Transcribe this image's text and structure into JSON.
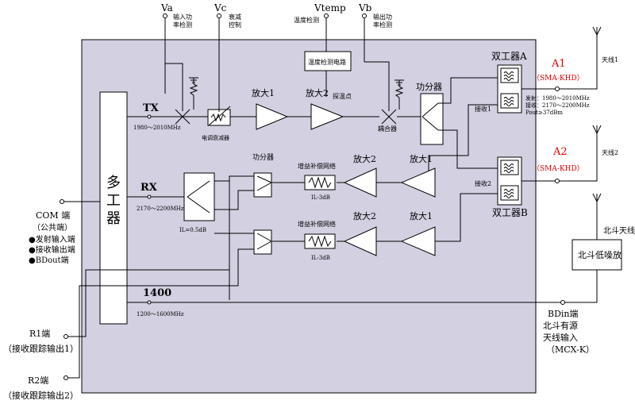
{
  "diagram": {
    "top": {
      "va": "Va",
      "va_desc": "输入功\n率检测",
      "vc": "Vc",
      "vc_desc": "衰减\n控制",
      "vtemp": "Vtemp",
      "vtemp_desc": "温度检测",
      "vb": "Vb",
      "vb_desc": "输出功\n率检测"
    },
    "temp_circuit": "温度检测电路",
    "temp_probe": "探温点",
    "multiplexer": "多\n工\n器",
    "tx": {
      "label": "TX",
      "freq": "1980～2010MHz"
    },
    "rx": {
      "label": "RX",
      "freq": "2170～2200MHz"
    },
    "l1400": {
      "label": "1400",
      "freq": "1200～1600MHz"
    },
    "attenuator": "电调衰减器",
    "amp1": "放大1",
    "amp2": "放大2",
    "coupler": "耦合器",
    "splitter": "功分器",
    "splitter2": "功分器",
    "duplexer_a": "双工器A",
    "duplexer_b": "双工器B",
    "receive1": "接收1",
    "receive2": "接收2",
    "a1": "A1",
    "a1_conn": "（SMA-KHD）",
    "a2": "A2",
    "a2_conn": "（SMA-KHD）",
    "antenna1": "天线1",
    "antenna2": "天线2",
    "beidou_antenna": "北斗天线",
    "beidou_lna": "北斗低噪放",
    "spec": [
      "发射：1980～2010MHz",
      "接收：2170～2200MHz",
      "Pout≥37dBm"
    ],
    "gain_net": "增益补偿网络",
    "il3": "IL-3dB",
    "il05": "IL=0.5dB",
    "com": [
      "COM 端",
      "（公共端）",
      "●发射输入端",
      "●接收输出端",
      "●BDout端"
    ],
    "bdin": [
      "BDin端",
      "北斗有源",
      "天线输入",
      "（MCX-K）"
    ],
    "r1": [
      "R1端",
      "（接收跟踪输出1）"
    ],
    "r2": [
      "R2端",
      "（接收跟踪输出2）"
    ],
    "colors": {
      "panel": "#d3d0e2",
      "accent": "#e00000",
      "line": "#000000"
    }
  }
}
